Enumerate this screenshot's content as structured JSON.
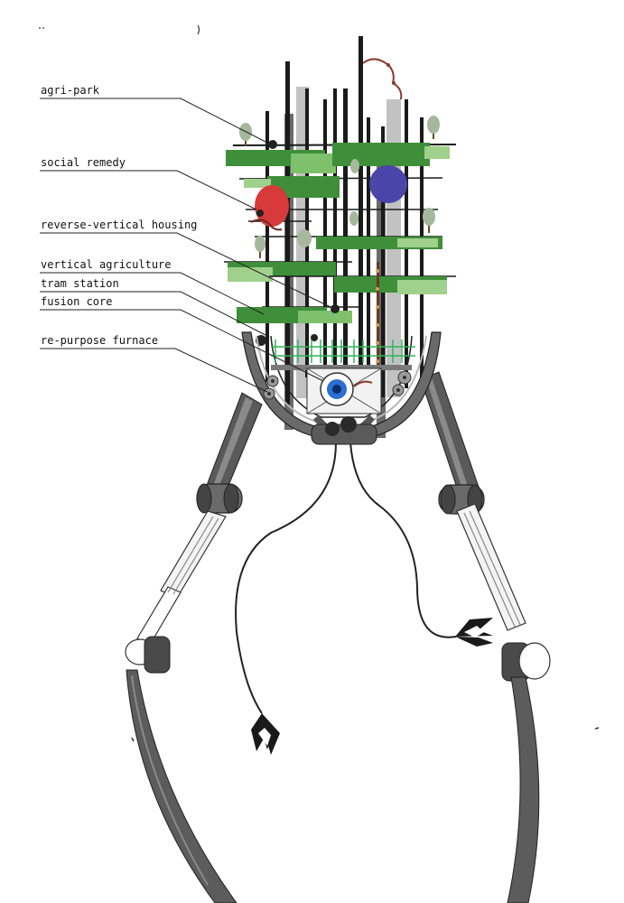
{
  "labels": {
    "agri_park": "agri-park",
    "social_remedy": "social remedy",
    "reverse_vertical_housing": "reverse-vertical housing",
    "vertical_agriculture": "vertical agriculture",
    "tram_station": "tram station",
    "fusion_core": "fusion core",
    "re_purpose_furnace": "re-purpose furnace"
  },
  "colors": {
    "agriculture_green": "#3f8f3a",
    "light_green": "#9fd08c",
    "social_red": "#d8393a",
    "housing_blue": "#4a45a8",
    "core_blue": "#2a6fd1",
    "structure_dark": "#1b1b1b",
    "structure_grey": "#6a6a6a",
    "light_grey": "#bdbdbd",
    "tram_green": "#2fb55a"
  }
}
